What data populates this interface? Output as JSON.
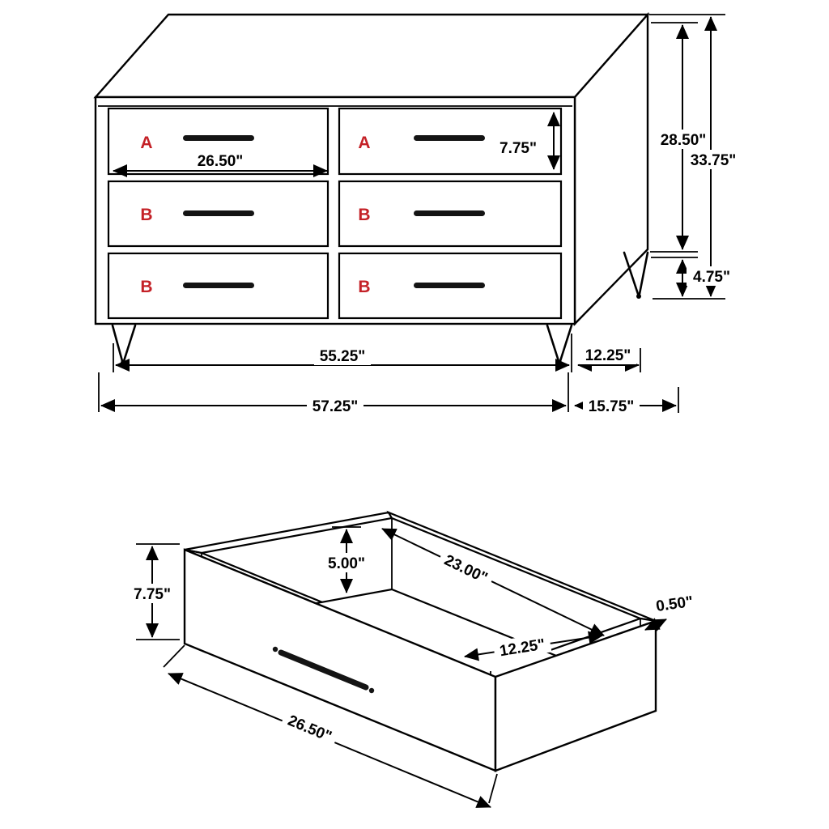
{
  "colors": {
    "line": "#000000",
    "red_label": "#c42127",
    "handle": "#141414",
    "background": "#ffffff"
  },
  "dresser": {
    "drawers": [
      {
        "label": "A"
      },
      {
        "label": "A"
      },
      {
        "label": "B"
      },
      {
        "label": "B"
      },
      {
        "label": "B"
      },
      {
        "label": "B"
      }
    ],
    "dims": {
      "drawer_width": "26.50\"",
      "drawer_height": "7.75\"",
      "case_height": "28.50\"",
      "overall_height": "33.75\"",
      "leg_height": "4.75\"",
      "base_width": "55.25\"",
      "base_depth": "12.25\"",
      "overall_width": "57.25\"",
      "overall_depth": "15.75\""
    }
  },
  "drawer_box": {
    "dims": {
      "front_height": "7.75\"",
      "inner_depth": "5.00\"",
      "inner_length": "23.00\"",
      "inner_width": "12.25\"",
      "side_thickness": "0.50\"",
      "front_width": "26.50\""
    }
  }
}
